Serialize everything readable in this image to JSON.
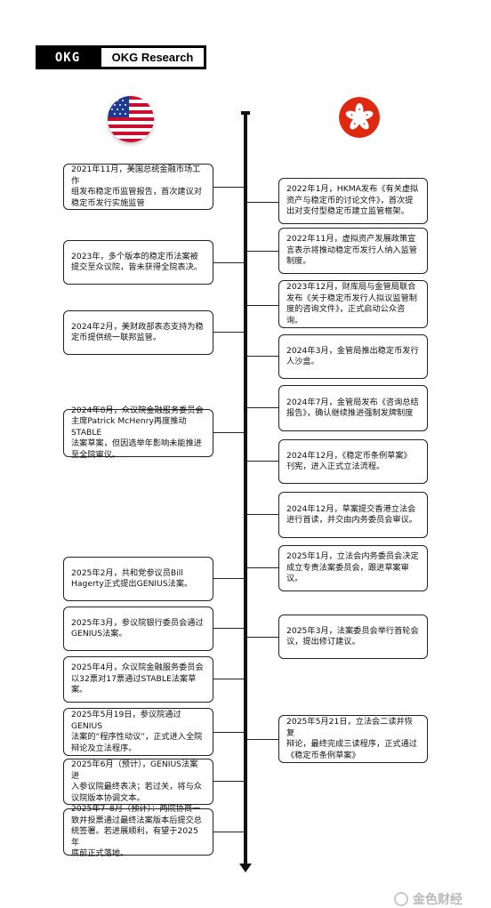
{
  "header": {
    "logo_mark": "OKG",
    "brand_name": "OKG Research"
  },
  "flags": {
    "left": "us-flag",
    "right": "hong-kong-flag"
  },
  "us_events": [
    "2021年11月，美国总统金融市场工作\n组发布稳定币监管报告，首次建议对\n稳定币发行实施监管",
    "2023年，多个版本的稳定币法案被\n提交至众议院，皆未获得全院表决。",
    "2024年2月，美财政部表态支持为稳\n定币提供统一联邦监管。",
    "2024年8月，众议院金融服务委员会\n主席Patrick McHenry再度推动STABLE\n法案草案，但因选举年影响未能推进\n至全院审议。",
    "2025年2月，共和党参议员Bill\nHagerty正式提出GENIUS法案。",
    "2025年3月，参议院银行委员会通过\nGENIUS法案。",
    "2025年4月，众议院金融服务委员会\n以32票对17票通过STABLE法案草案。",
    "2025年5月19日，参议院通过GENIUS\n法案的“程序性动议”，正式进入全院\n辩论及立法程序。",
    "2025年6月（预计），GENIUS法案进\n入参议院最终表决；若过关，将与众\n议院版本协调文本。",
    "2025年7–8月（预计）：两院协商一\n致并投票通过最终法案版本后提交总\n统签署。若进展顺利，有望于2025年\n底前正式落地。"
  ],
  "hk_events": [
    "2022年1月，HKMA发布《有关虚拟\n资产与稳定币的讨论文件》，首次提\n出对支付型稳定币建立监管框架。",
    "2022年11月，虚拟资产发展政策宣\n言表示将推动稳定币发行人纳入监管\n制度。",
    "2023年12月，财库局与金管局联合\n发布《关于稳定币发行人拟议监管制\n度的咨询文件》，正式启动公众咨询。",
    "2024年3月，金管局推出稳定币发行\n人沙盒。",
    "2024年7月，金管局发布《咨询总结\n报告》，确认继续推进强制发牌制度",
    "2024年12月，《稳定币条例草案》\n刊宪，进入正式立法流程。",
    "2024年12月，草案提交香港立法会\n进行首读，并交由内务委员会审议。",
    "2025年1月，立法会内务委员会决定\n成立专责法案委员会，跟进草案审议。",
    "2025年3月，法案委员会举行首轮会\n议，提出修订建议。",
    "2025年5月21日，立法会二读并恢复\n辩论，最终完成三读程序，正式通过\n《稳定币条例草案》"
  ],
  "watermark": "金色财经"
}
